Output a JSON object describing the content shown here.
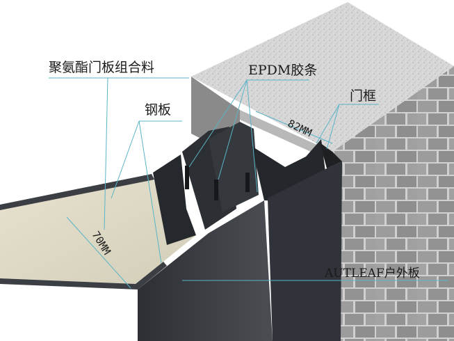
{
  "labels": {
    "polyurethane_composite": "聚氨酯门板组合料",
    "epdm_strip": "EPDM胶条",
    "door_frame": "门框",
    "steel_plate": "钢板",
    "outer_leaf": "AUTLEAF户外板"
  },
  "dimensions": {
    "frame_depth": "82MM",
    "panel_thickness": "70MM"
  },
  "colors": {
    "leader_line": "#5ab4c8",
    "frame_profile": "#2a2d31",
    "door_face": "#3a3d42",
    "insulation_core": "#dedbc8",
    "wall_top": "#d6d6d6",
    "brick": "#9a9a9a",
    "mortar": "#d2d2d2"
  }
}
